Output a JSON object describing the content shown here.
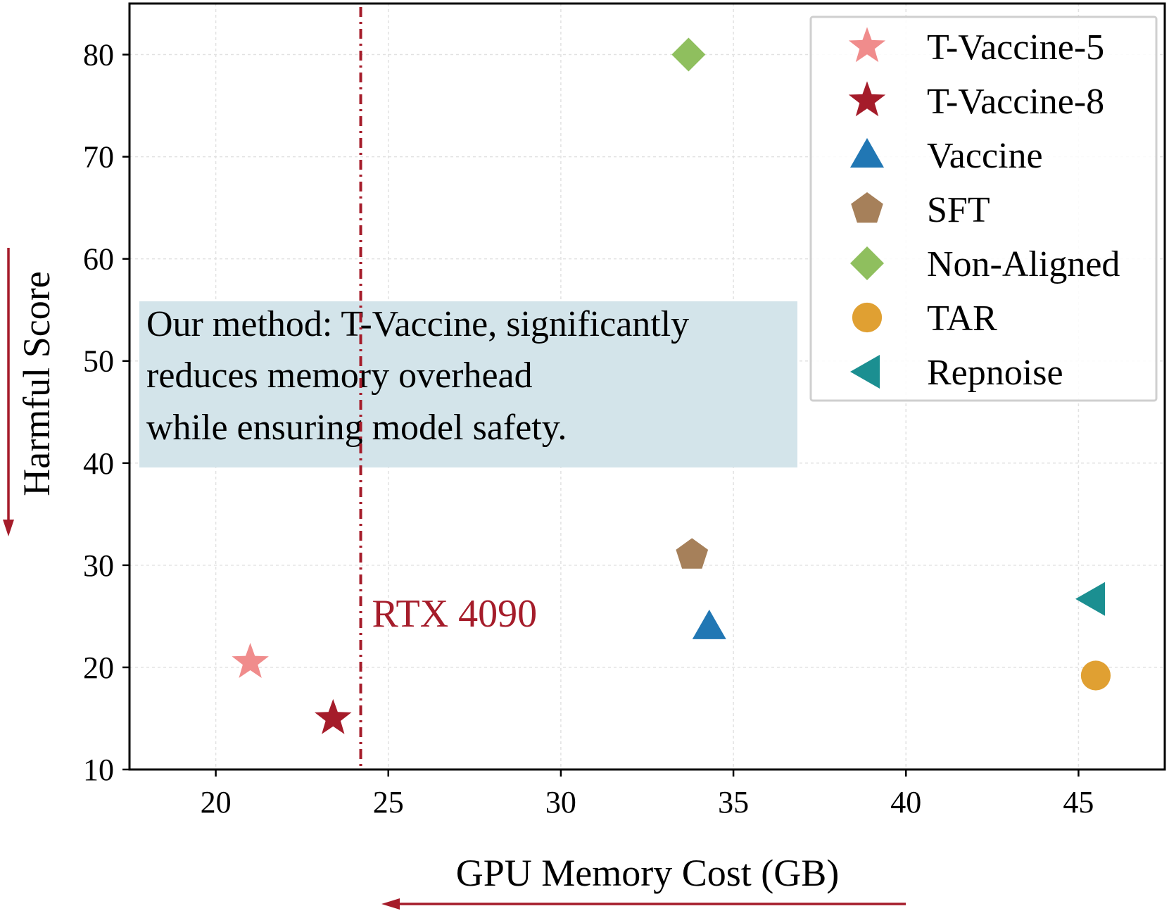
{
  "chart_data": {
    "type": "scatter",
    "xlabel": "GPU Memory Cost (GB)",
    "ylabel": "Harmful Score",
    "xlim": [
      17.5,
      47.5
    ],
    "ylim": [
      10,
      85
    ],
    "xticks": [
      20,
      25,
      30,
      35,
      40,
      45
    ],
    "yticks": [
      10,
      20,
      30,
      40,
      50,
      60,
      70,
      80
    ],
    "grid": true,
    "legend_position": "top-right",
    "series": [
      {
        "name": "T-Vaccine-5",
        "marker": "star",
        "color": "#f08c8c",
        "x": 21.0,
        "y": 20.5
      },
      {
        "name": "T-Vaccine-8",
        "marker": "star",
        "color": "#a51c2a",
        "x": 23.4,
        "y": 15.0
      },
      {
        "name": "Vaccine",
        "marker": "triangle-up",
        "color": "#2177b4",
        "x": 34.3,
        "y": 24.0
      },
      {
        "name": "SFT",
        "marker": "pentagon",
        "color": "#a6805a",
        "x": 33.8,
        "y": 31.0
      },
      {
        "name": "Non-Aligned",
        "marker": "diamond",
        "color": "#8fbf5e",
        "x": 33.7,
        "y": 80.0
      },
      {
        "name": "TAR",
        "marker": "circle",
        "color": "#e0a032",
        "x": 45.5,
        "y": 19.2
      },
      {
        "name": "Repnoise",
        "marker": "triangle-left",
        "color": "#1b8f91",
        "x": 45.4,
        "y": 26.7
      }
    ],
    "reference_line": {
      "x": 24.2,
      "label": "RTX 4090",
      "color": "#a51c2a",
      "style": "dash-dot"
    },
    "annotation": {
      "lines": [
        "Our method: T-Vaccine, significantly",
        "reduces memory overhead",
        "while ensuring model safety."
      ],
      "background": "#d3e4ea"
    },
    "direction_arrows": {
      "color": "#a51c2a",
      "x_direction": "left",
      "y_direction": "down"
    }
  }
}
